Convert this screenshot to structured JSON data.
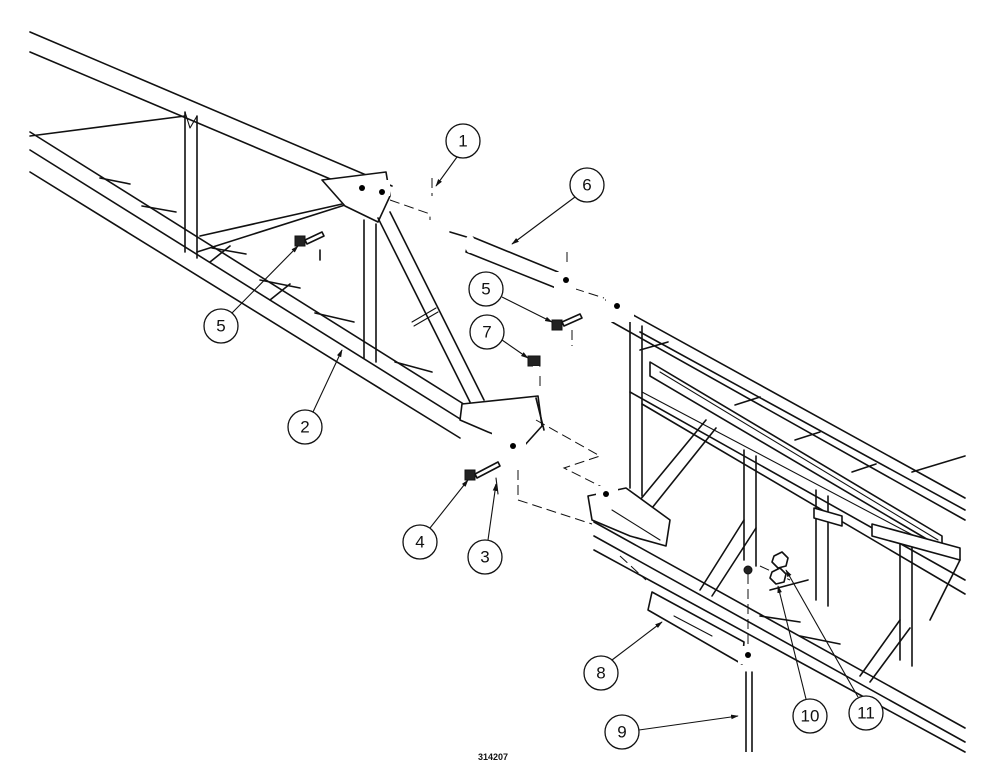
{
  "diagram": {
    "figure_id": "314207",
    "callouts": [
      "1",
      "2",
      "3",
      "4",
      "5",
      "5",
      "6",
      "7",
      "8",
      "9",
      "10",
      "11"
    ]
  }
}
